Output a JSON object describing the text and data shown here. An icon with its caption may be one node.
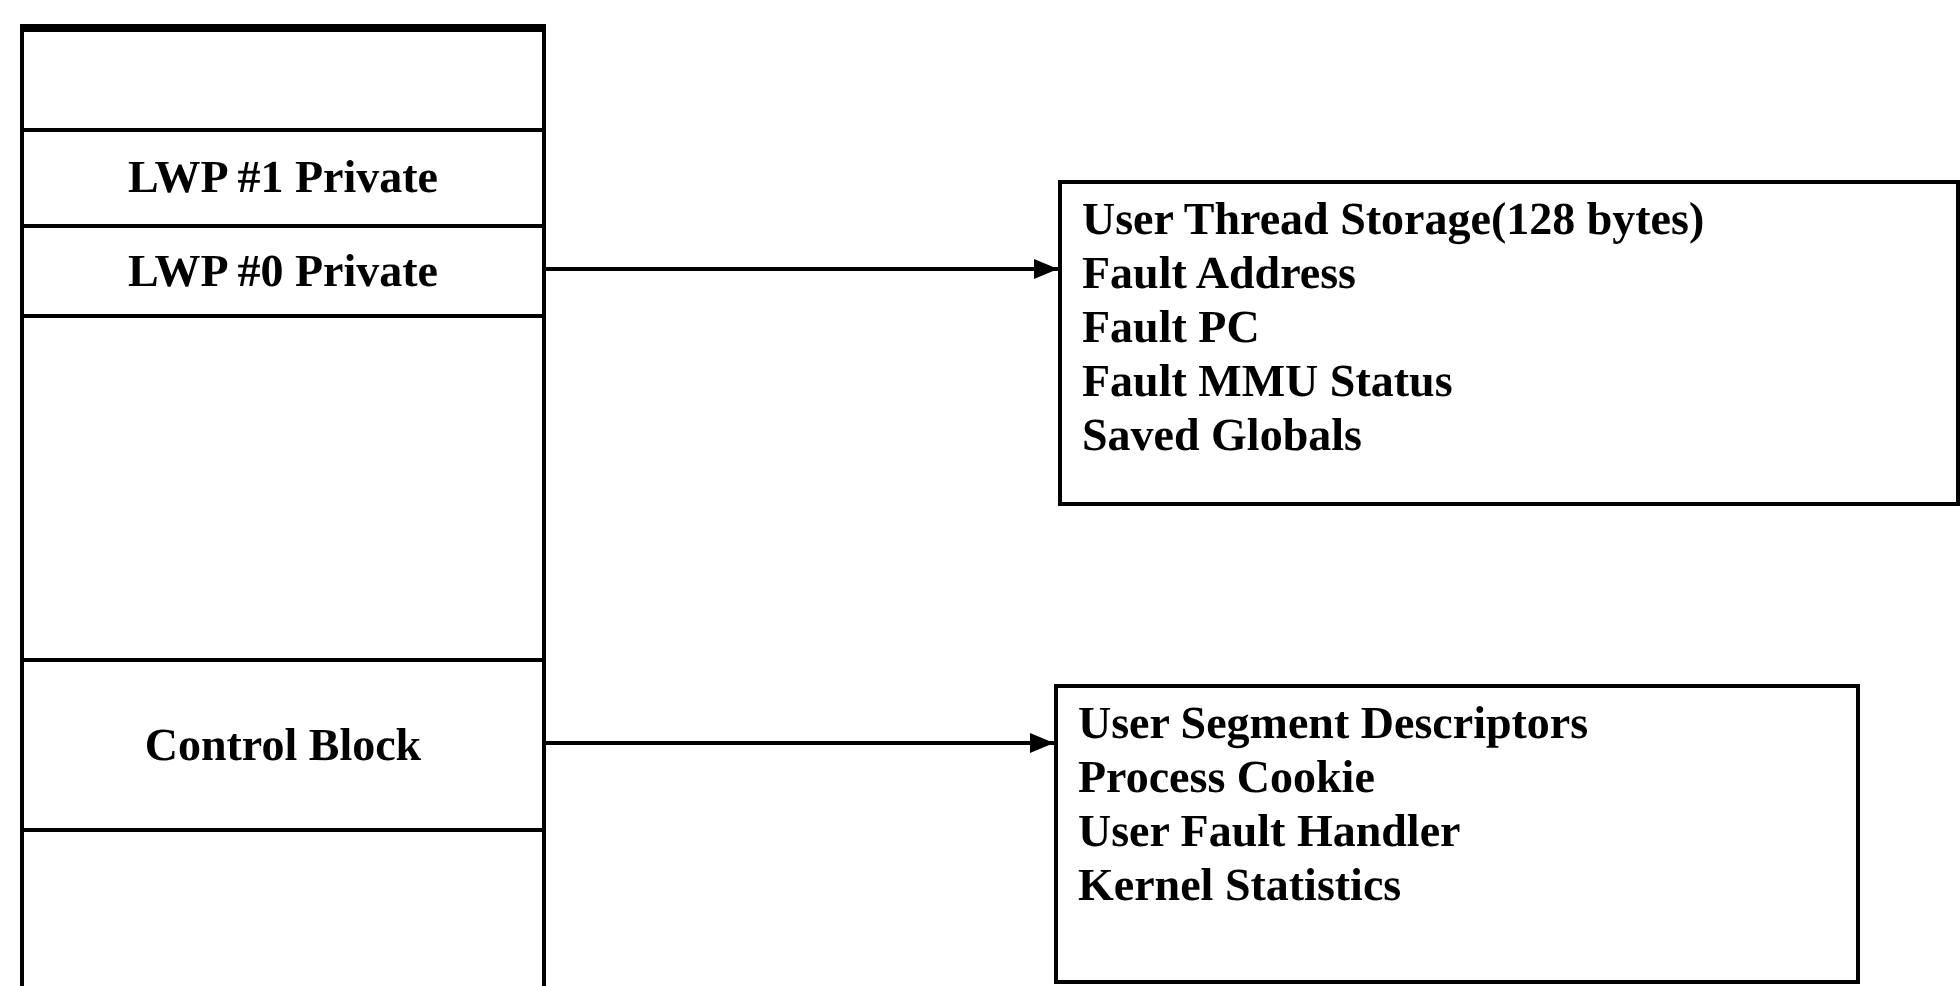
{
  "diagram": {
    "nodes": [
      {
        "text": [],
        "shape": "box"
      },
      {
        "text": [],
        "shape": "box",
        "in": 0
      },
      {
        "text": [
          "LWP #1 Private"
        ],
        "in": 0
      },
      {
        "text": [
          "LWP #0 Private"
        ],
        "in": 0
      },
      {
        "text": [],
        "shape": "box",
        "in": 0
      },
      {
        "text": [
          "Control Block"
        ],
        "in": 0
      },
      {
        "text": [],
        "shape": "box",
        "in": 0
      },
      {
        "text": [
          "User Thread Storage(128 bytes)",
          "Fault Address",
          "Fault PC",
          "Fault MMU Status",
          "Saved Globals"
        ]
      },
      {
        "text": [
          "User Segment Descriptors",
          "Process Cookie",
          "User Fault Handler",
          "Kernel Statistics"
        ]
      }
    ],
    "edges": [
      {
        "from": 3,
        "to": 7,
        "arrow": "to"
      },
      {
        "from": 5,
        "to": 8,
        "arrow": "to"
      }
    ]
  }
}
